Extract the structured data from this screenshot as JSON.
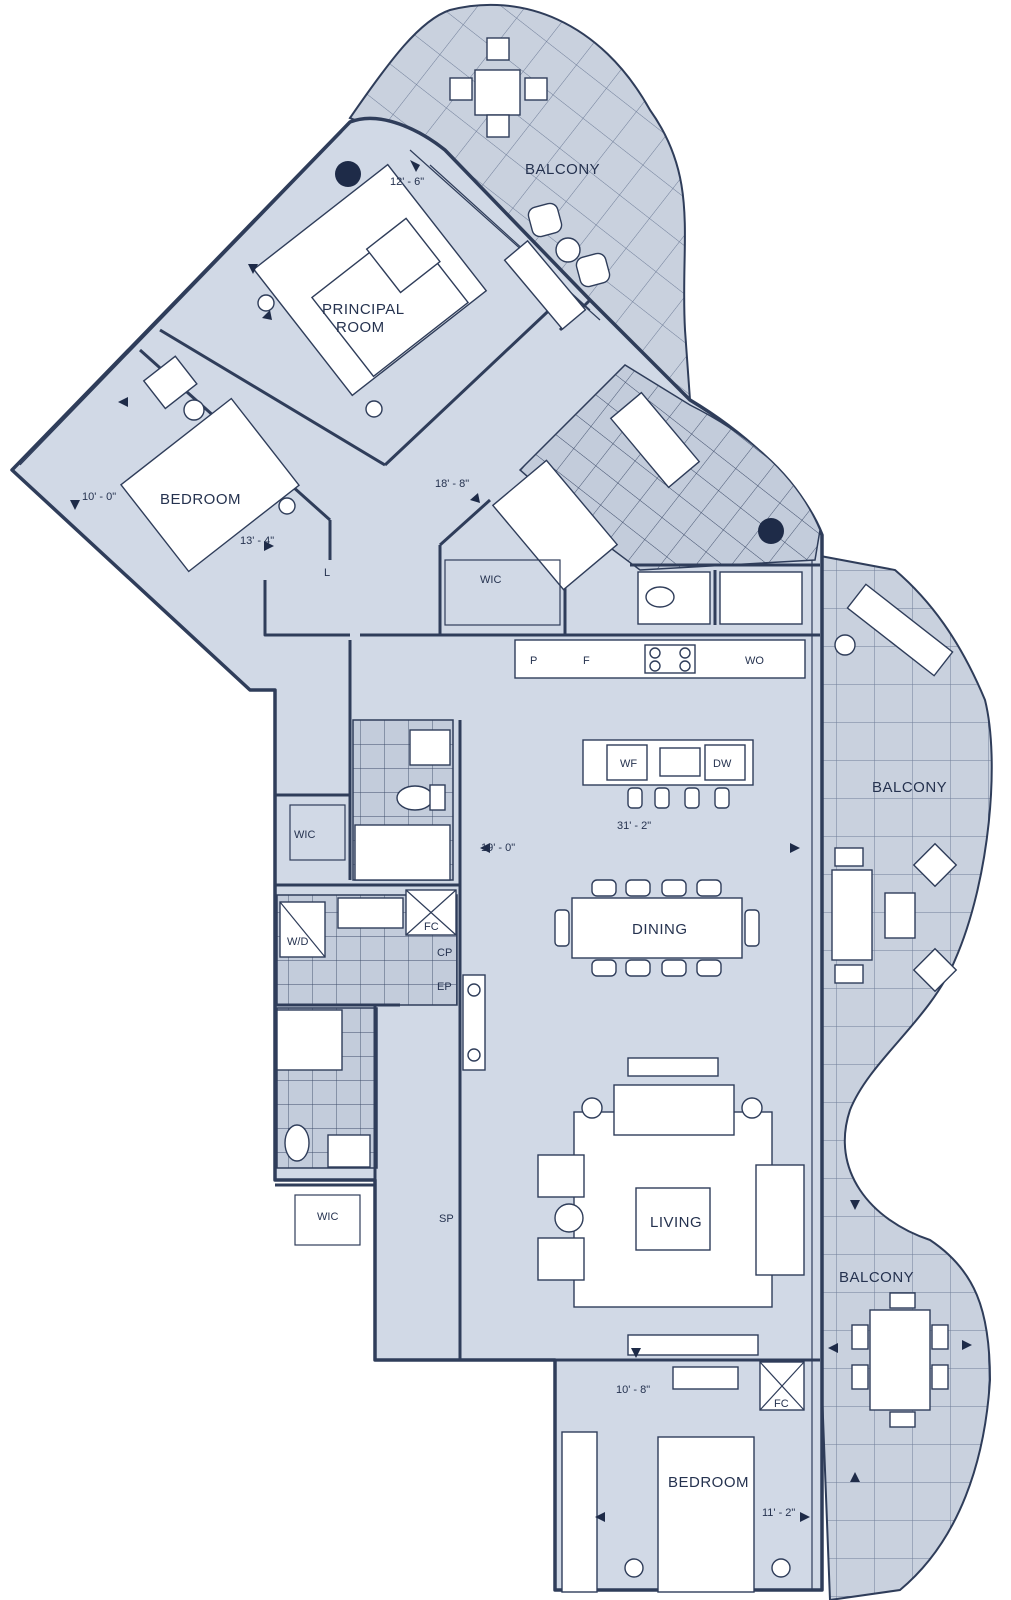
{
  "rooms": {
    "principal_room": [
      "PRINCIPAL",
      "ROOM"
    ],
    "bedroom_top": "BEDROOM",
    "bedroom_bottom": "BEDROOM",
    "dining": "DINING",
    "living": "LIVING",
    "balcony_top": "BALCONY",
    "balcony_right": "BALCONY",
    "balcony_bottom": "BALCONY",
    "wic_1": "WIC",
    "wic_2": "WIC",
    "wic_3": "WIC"
  },
  "fixtures": {
    "pantry": "P",
    "fridge": "F",
    "wall_oven": "WO",
    "wine_fridge": "WF",
    "dishwasher": "DW",
    "washer_dryer": "W/D",
    "fan_coil_1": "FC",
    "fan_coil_2": "FC",
    "cp": "CP",
    "ep": "EP",
    "sp": "SP",
    "linen": "L"
  },
  "dimensions": {
    "principal": "12' - 6\"",
    "principal_depth": "18' - 8\"",
    "bedroom_top_width": "10' - 0\"",
    "bedroom_top_depth": "13' - 4\"",
    "great_room_length": "31' - 2\"",
    "great_room_width": "19' - 0\"",
    "bedroom_bottom_width": "10' - 8\"",
    "bedroom_bottom_depth": "11' - 2\""
  },
  "colors": {
    "interior": "#d1d9e6",
    "balcony": "#c9d1de",
    "wall": "#2f3d5a",
    "tile_line": "#5c6b88"
  }
}
